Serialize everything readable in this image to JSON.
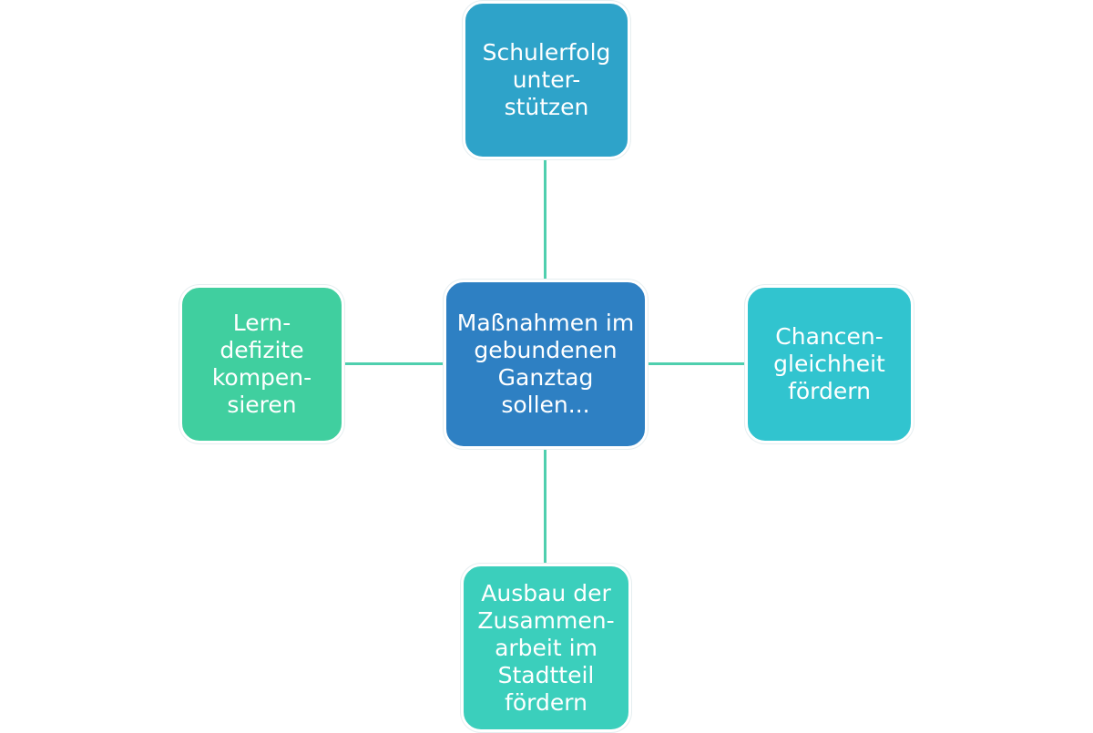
{
  "diagram": {
    "center": {
      "label": "Maßnahmen im\ngebundenen\nGanztag\nsollen...",
      "color": "#2e80c3"
    },
    "top": {
      "label": "Schulerfolg\nunter-\nstützen",
      "color": "#2ea3c9"
    },
    "left": {
      "label": "Lern-\ndefizite\nkompen-\nsieren",
      "color": "#40cf9f"
    },
    "right": {
      "label": "Chancen-\ngleichheit\nfördern",
      "color": "#31c4cf"
    },
    "bottom": {
      "label": "Ausbau der\nZusammen-\narbeit im\nStadtteil\nfördern",
      "color": "#3bcfbc"
    },
    "connector_color": "#4fcfae"
  }
}
